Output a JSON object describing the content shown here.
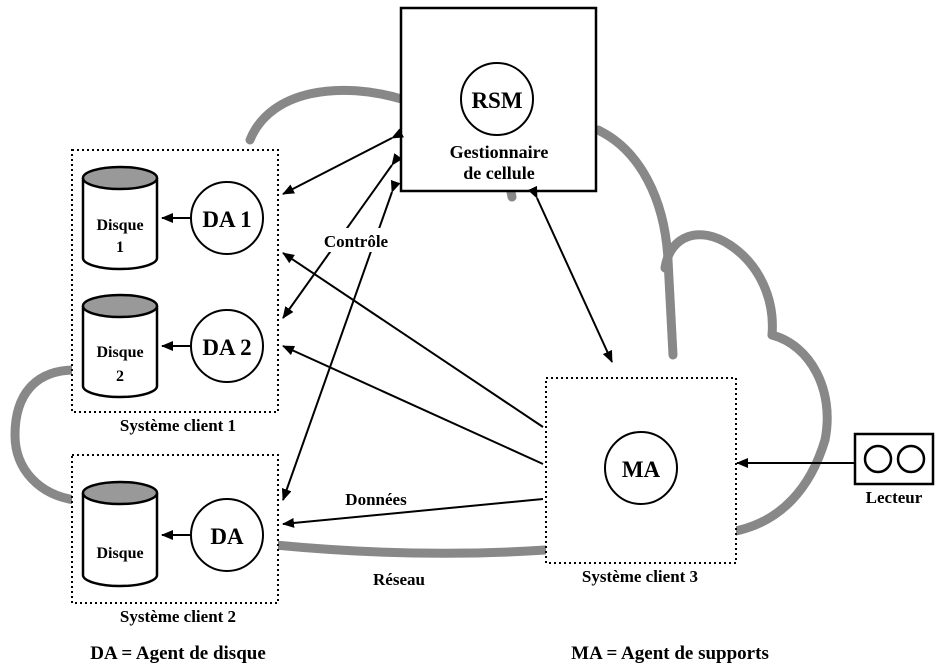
{
  "cell_manager": {
    "node_label": "RSM",
    "title_line1": "Gestionnaire",
    "title_line2": "de cellule"
  },
  "client1": {
    "title": "Système client 1",
    "disk1": {
      "line1": "Disque",
      "line2": "1"
    },
    "disk2": {
      "line1": "Disque",
      "line2": "2"
    },
    "agent1": "DA 1",
    "agent2": "DA 2"
  },
  "client2": {
    "title": "Système client 2",
    "disk": "Disque",
    "agent": "DA"
  },
  "client3": {
    "title": "Système client 3",
    "agent": "MA"
  },
  "labels": {
    "control": "Contrôle",
    "data": "Données",
    "network": "Réseau",
    "reader": "Lecteur"
  },
  "legend": {
    "da": "DA = Agent de disque",
    "ma": "MA = Agent de supports"
  },
  "colors": {
    "network": "#888888",
    "disk_top": "#999999",
    "stroke": "#000000"
  }
}
